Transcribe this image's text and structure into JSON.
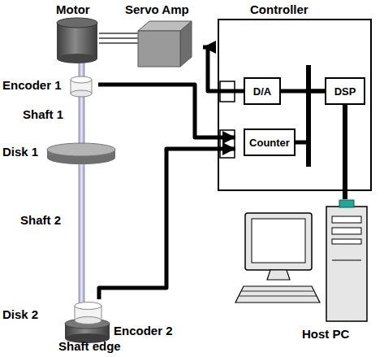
{
  "diagram": {
    "nodes": [
      {
        "text": [
          "Motor"
        ]
      },
      {
        "text": [
          "Servo Amp"
        ]
      },
      {
        "text": [
          "Controller"
        ]
      },
      {
        "text": [
          "D/A"
        ],
        "in": 2
      },
      {
        "text": [
          "Counter"
        ],
        "in": 2
      },
      {
        "text": [
          "DSP"
        ],
        "in": 2
      },
      {
        "text": [
          "Encoder 1"
        ]
      },
      {
        "text": [
          "Disk 1"
        ]
      },
      {
        "text": [
          "Disk 2"
        ]
      },
      {
        "text": [
          "Encoder 2"
        ]
      },
      {
        "text": [
          "Host PC"
        ]
      }
    ],
    "edges": [
      {
        "from": 0,
        "to": 1,
        "arrow": "none"
      },
      {
        "from": 3,
        "to": 1,
        "arrow": "to"
      },
      {
        "from": 6,
        "to": 4,
        "arrow": "to"
      },
      {
        "from": 9,
        "to": 4,
        "arrow": "to"
      },
      {
        "from": 3,
        "to": 5,
        "arrow": "none"
      },
      {
        "from": 4,
        "to": 5,
        "arrow": "none"
      },
      {
        "from": 5,
        "to": 10,
        "arrow": "none"
      }
    ],
    "labels": [
      "Shaft 1",
      "Shaft 2",
      "Shaft edge"
    ]
  }
}
